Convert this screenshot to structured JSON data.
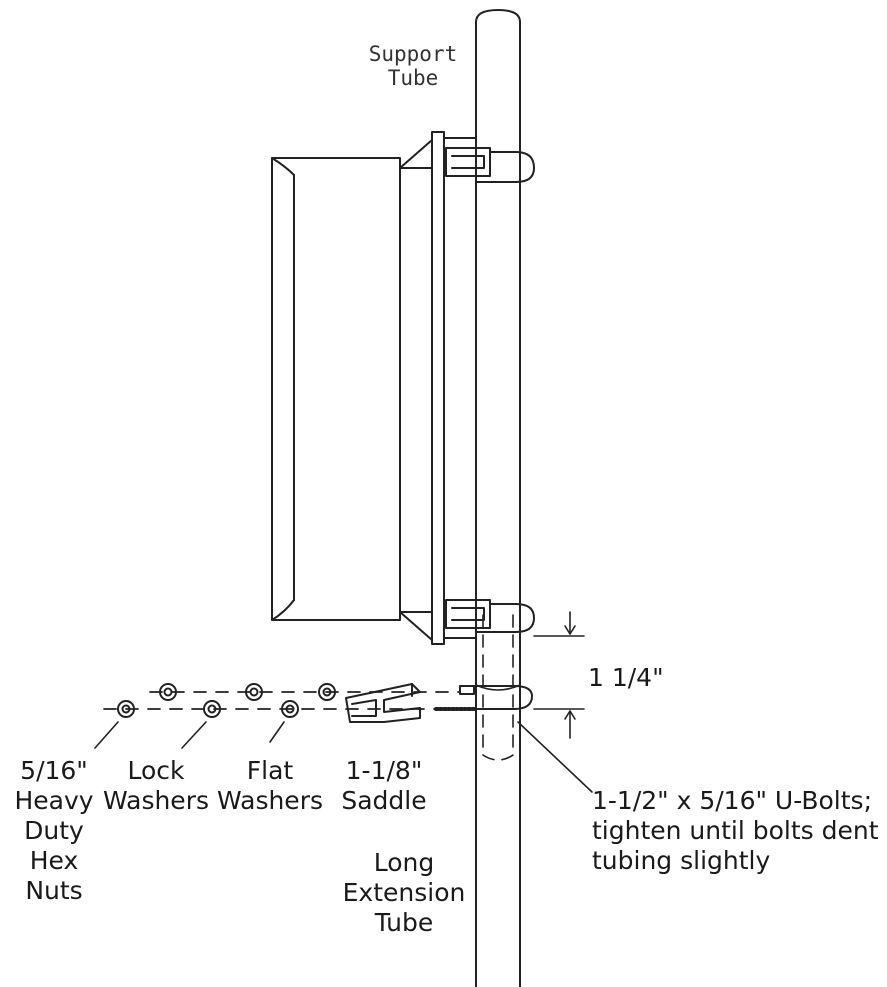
{
  "labels": {
    "support_tube": [
      "Support",
      "Tube"
    ],
    "dimension": "1 1/4\"",
    "hex_nuts": [
      "5/16\"",
      "Heavy",
      "Duty",
      "Hex",
      "Nuts"
    ],
    "lock_washers": [
      "Lock",
      "Washers"
    ],
    "flat_washers": [
      "Flat",
      "Washers"
    ],
    "saddle": [
      "1-1/8\"",
      "Saddle"
    ],
    "u_bolts": [
      "1-1/2\" x 5/16\" U-Bolts;",
      "tighten until bolts dent",
      "tubing slightly"
    ],
    "extension_tube": [
      "Long",
      "Extension",
      "Tube"
    ]
  },
  "colors": {
    "stroke": "#222222",
    "text": "#1a1a1a"
  }
}
